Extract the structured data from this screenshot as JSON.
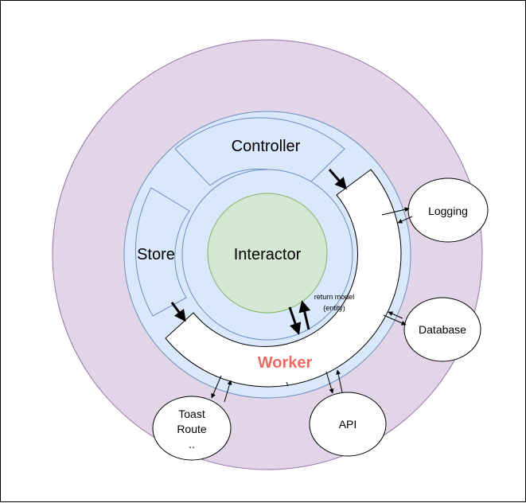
{
  "diagram": {
    "labels": {
      "controller": "Controller",
      "store": "Store",
      "interactor": "Interactor",
      "worker": "Worker",
      "return_model_line1": "return model",
      "return_model_line2": "(entity)",
      "logging": "Logging",
      "database": "Database",
      "api": "API",
      "toast_line1": "Toast",
      "toast_line2": "Route",
      "toast_line3": ".."
    },
    "colors": {
      "outer_ring_fill": "#e1d5e7",
      "outer_ring_stroke": "#9673a6",
      "blue_fill": "#dae8fc",
      "blue_stroke": "#6c8ebf",
      "interactor_fill": "#d5e8d4",
      "interactor_stroke": "#82b366",
      "worker_text": "#ea6b66",
      "border": "#000000"
    }
  }
}
